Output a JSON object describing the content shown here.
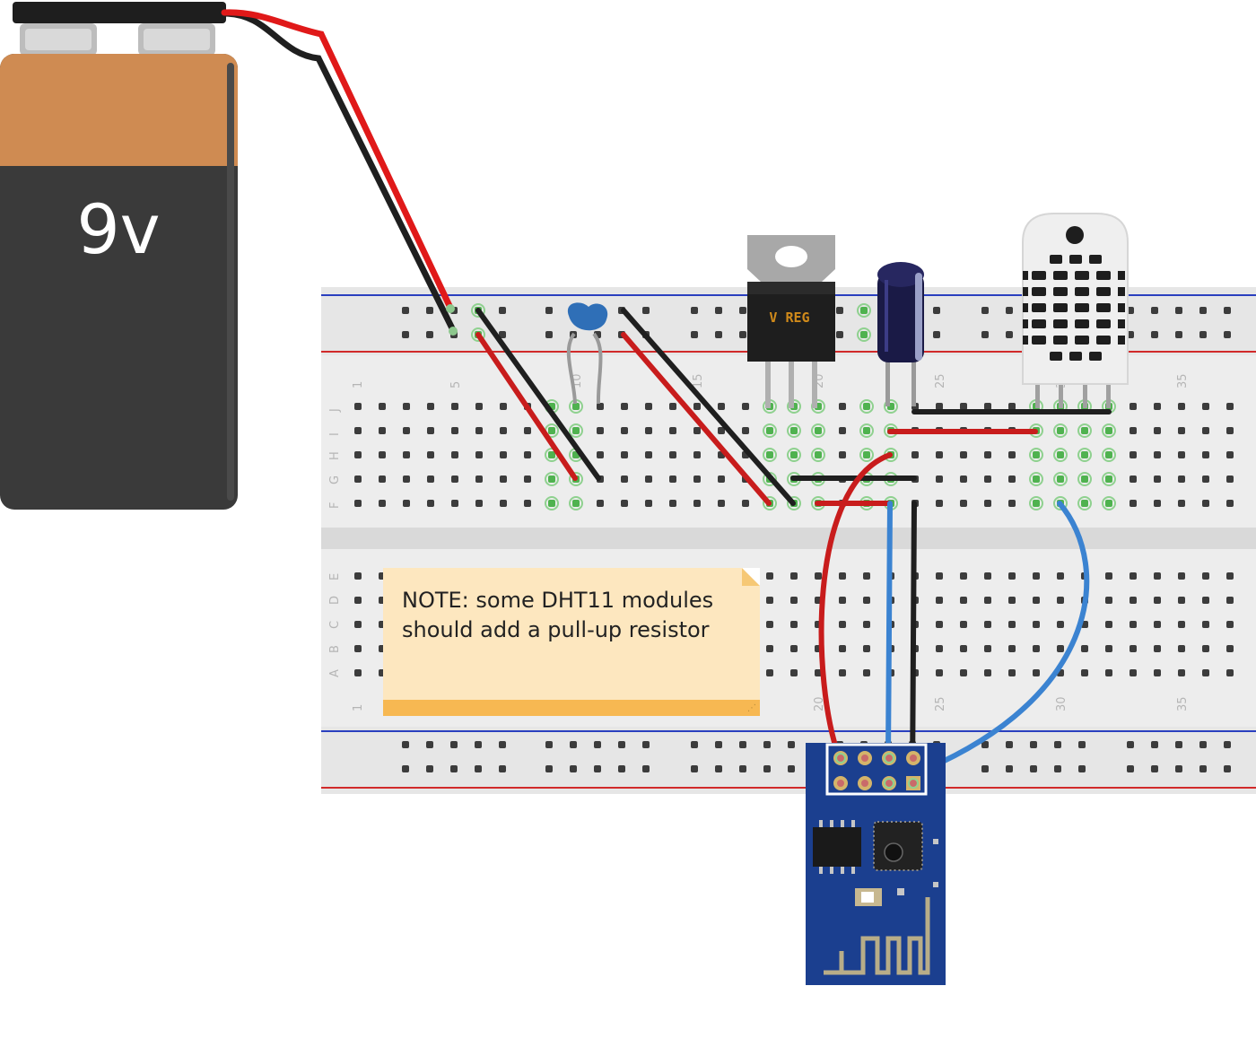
{
  "battery": {
    "label": "9v"
  },
  "regulator": {
    "label": "V REG"
  },
  "breadboard": {
    "column_labels_top": [
      "1",
      "5",
      "10",
      "15",
      "20",
      "25",
      "30",
      "35"
    ],
    "column_labels_bottom": [
      "1",
      "20",
      "25",
      "30",
      "35"
    ],
    "row_labels_top": [
      "J",
      "I",
      "H",
      "G",
      "F"
    ],
    "row_labels_bottom": [
      "E",
      "D",
      "C",
      "B",
      "A"
    ]
  },
  "note": {
    "text": "NOTE: some DHT11 modules\nshould add a pull-up resistor"
  },
  "colors": {
    "wire_red": "#c81c1c",
    "wire_black": "#1f1f1f",
    "wire_blue": "#3b83d1",
    "board_body": "#eeeeee",
    "rail_blue": "#2a3fbf",
    "rail_red": "#d12a2a",
    "esp_blue": "#1b3f8f",
    "note_bg": "#fde7bf"
  }
}
